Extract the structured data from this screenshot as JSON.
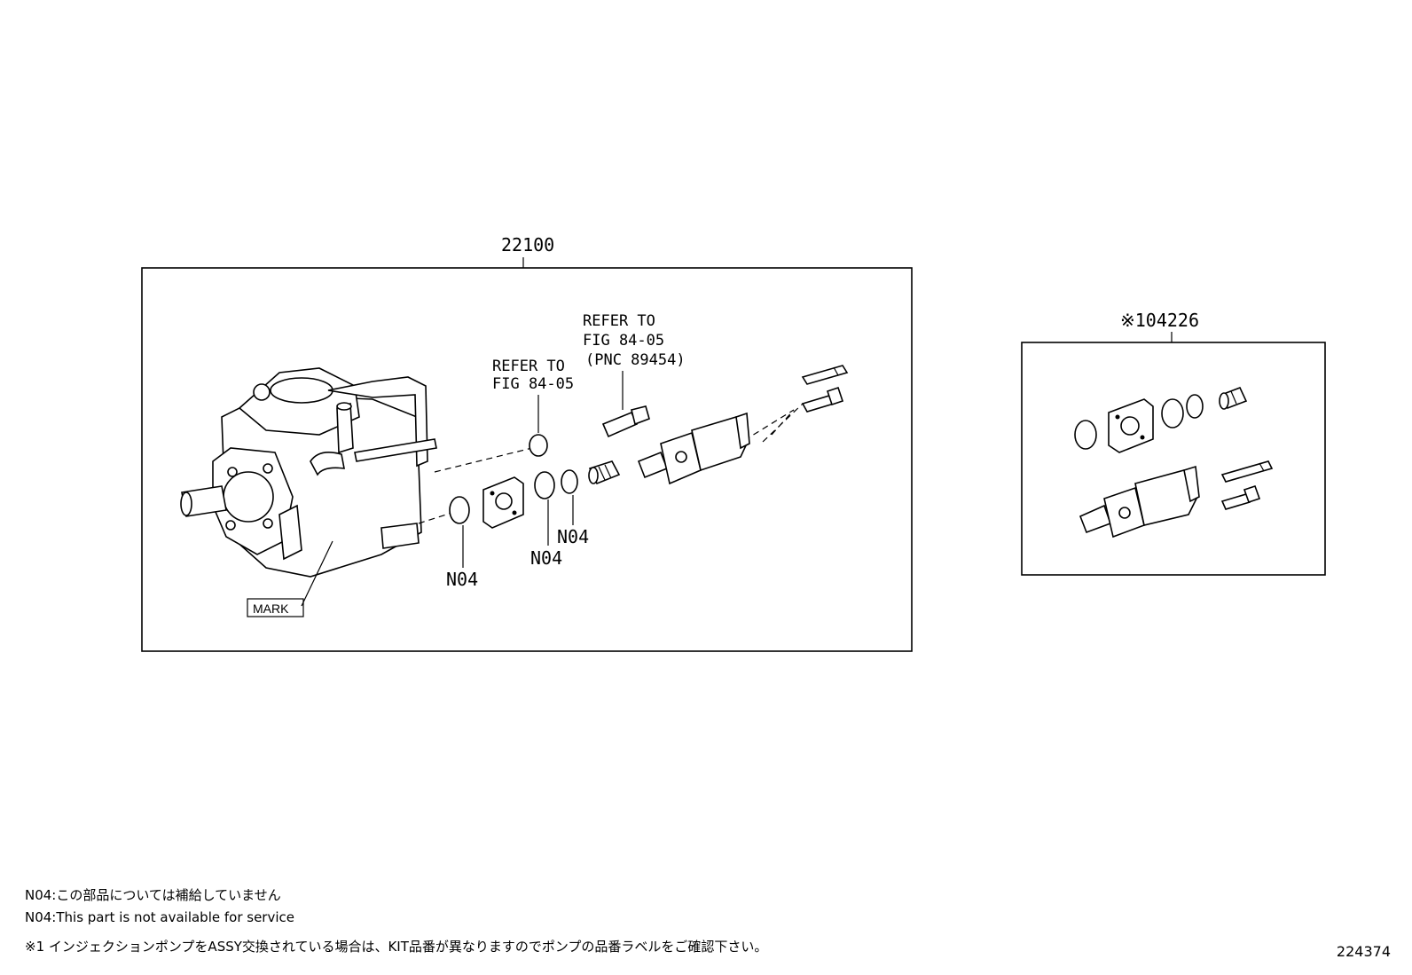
{
  "assembly_label": "22100",
  "kit_label": "※104226",
  "callouts": {
    "refer_a": [
      "REFER TO",
      "FIG 84-05"
    ],
    "refer_b": [
      "REFER TO",
      "FIG 84-05",
      "(PNC 89454)"
    ],
    "n04": "N04",
    "mark": "MARK"
  },
  "notes": [
    "N04:この部品については補給していません",
    "N04:This part is not available for service",
    "※1 インジェクションポンプをASSY交換されている場合は、KIT品番が異なりますのでポンプの品番ラベルをご確認下さい。"
  ],
  "diagram_id": "224374"
}
